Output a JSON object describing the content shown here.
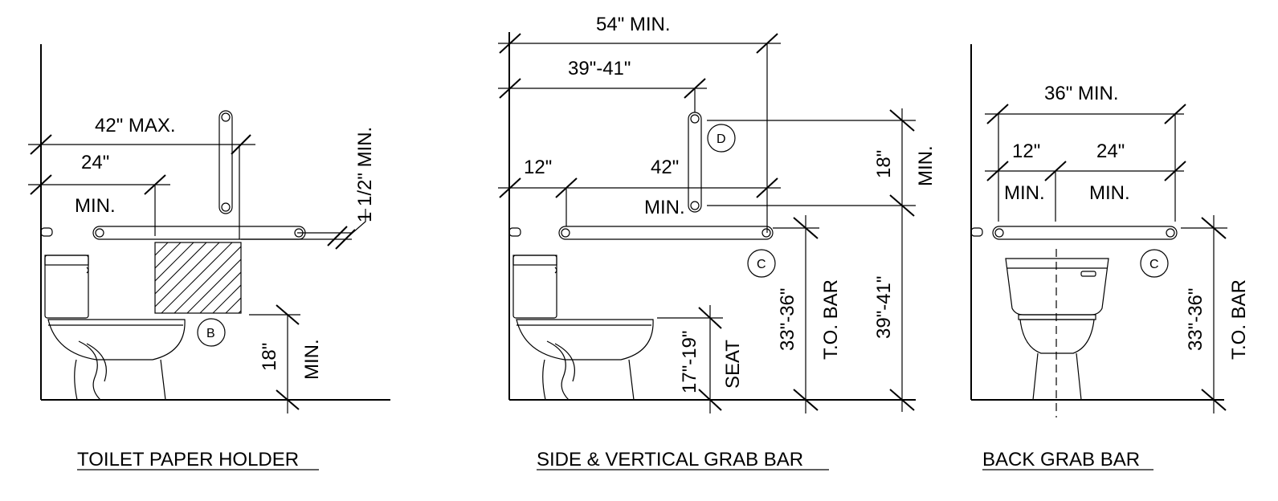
{
  "panel1": {
    "dim_42_max": "42\" MAX.",
    "dim_24": "24\"",
    "min_label": "MIN.",
    "dim_1_5_min": "1 1/2\" MIN.",
    "dim_18": "18\"",
    "min_vertical": "MIN.",
    "callout_b": "B",
    "title": "TOILET PAPER HOLDER"
  },
  "panel2": {
    "dim_54_min": "54\" MIN.",
    "dim_39_41_top": "39\"-41\"",
    "dim_12": "12\"",
    "dim_42": "42\"",
    "min_label": "MIN.",
    "callout_d": "D",
    "callout_c": "C",
    "dim_18": "18\"",
    "min_vertical": "MIN.",
    "seat_dim": "17\"-19\"",
    "seat_label": "SEAT",
    "bar_dim": "33\"-36\"",
    "bar_label": "T.O. BAR",
    "right_dim": "39\"-41\"",
    "title": "SIDE & VERTICAL GRAB BAR"
  },
  "panel3": {
    "dim_36_min": "36\" MIN.",
    "dim_12": "12\"",
    "dim_24": "24\"",
    "min_left": "MIN.",
    "min_right": "MIN.",
    "callout_c": "C",
    "bar_dim": "33\"-36\"",
    "bar_label": "T.O. BAR",
    "title": "BACK GRAB BAR"
  }
}
